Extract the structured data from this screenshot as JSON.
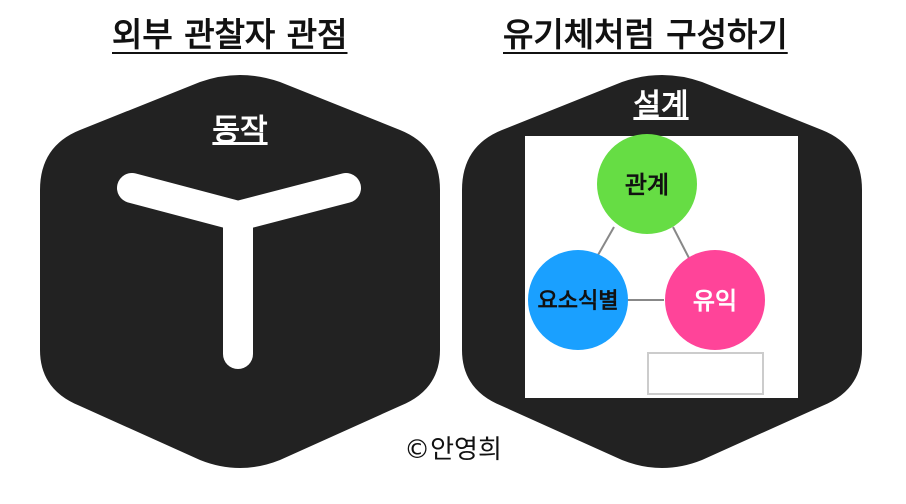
{
  "left_heading": "외부 관찰자 관점",
  "right_heading": "유기체처럼 구성하기",
  "left_block": {
    "label": "동작"
  },
  "right_block": {
    "label": "설계",
    "nodes": [
      {
        "label": "관계",
        "color": "#66dd44",
        "text_color": "#111111"
      },
      {
        "label": "요소식별",
        "color": "#1aa0ff",
        "text_color": "#111111"
      },
      {
        "label": "유익",
        "color": "#ff4499",
        "text_color": "#ffffff"
      }
    ]
  },
  "copyright": "©안영희",
  "colors": {
    "block": "#222222",
    "inner_panel": "#ffffff",
    "connector": "#888888"
  }
}
